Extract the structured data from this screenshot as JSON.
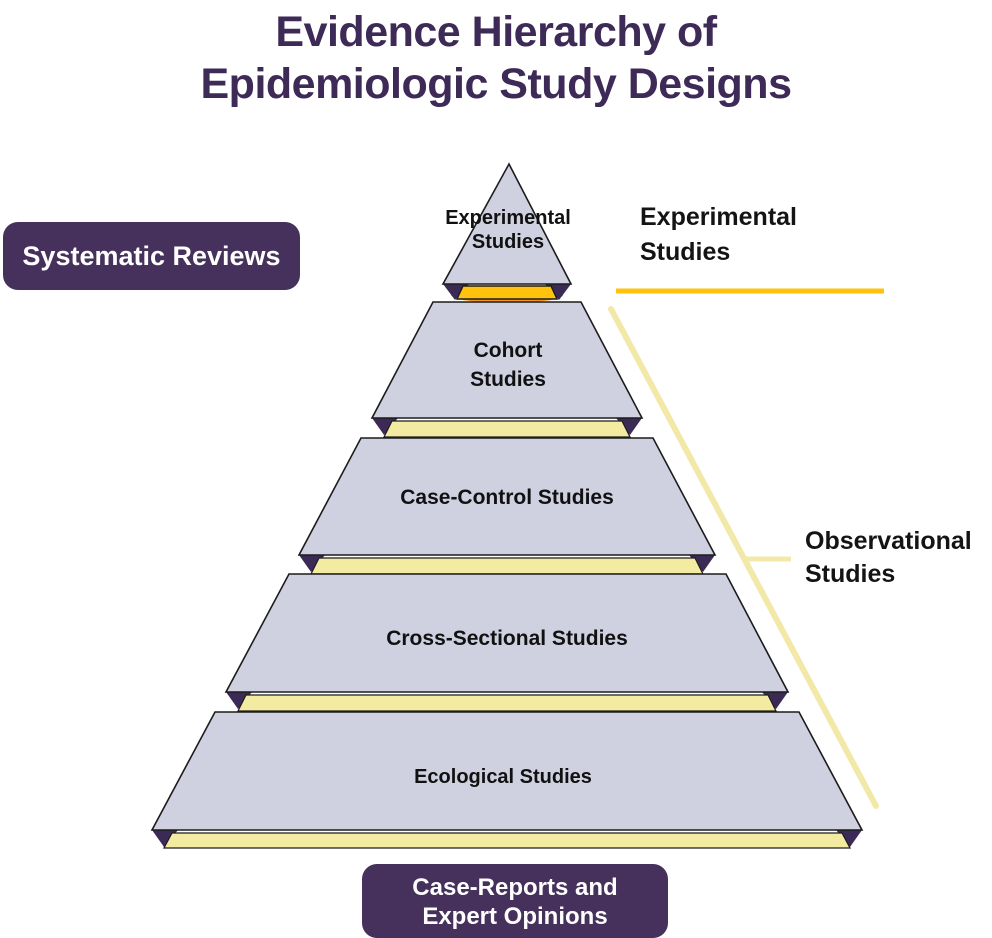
{
  "title": {
    "line1": "Evidence Hierarchy of",
    "line2": "Epidemiologic Study Designs"
  },
  "pyramid": {
    "levels": [
      {
        "id": "experimental",
        "line1": "Experimental",
        "line2": "Studies"
      },
      {
        "id": "cohort",
        "line1": "Cohort",
        "line2": "Studies"
      },
      {
        "id": "case-control",
        "line1": "Case-Control Studies"
      },
      {
        "id": "cross-sectional",
        "line1": "Cross-Sectional Studies"
      },
      {
        "id": "ecological",
        "line1": "Ecological Studies"
      }
    ]
  },
  "badges": {
    "systematic_reviews": {
      "label": "Systematic Reviews"
    },
    "case_reports": {
      "line1": "Case-Reports and",
      "line2": "Expert Opinions"
    }
  },
  "annotations": {
    "experimental": {
      "line1": "Experimental",
      "line2": "Studies"
    },
    "observational": {
      "line1": "Observational",
      "line2": "Studies"
    }
  },
  "colors": {
    "title_text": "#3E2A56",
    "level_fill": "#CFD0E0",
    "level_stroke": "#1C1C1C",
    "band_fill": "#F4EBA3",
    "gold_band": "#FFC20E",
    "orange_glow": "#F7941D",
    "wedge": "#3C2A56",
    "badge_bg": "#46305C",
    "badge_text": "#FFFFFF",
    "annotation_text": "#141414",
    "gold_line": "#FFC20E",
    "pale_line": "#F2E8A8"
  }
}
